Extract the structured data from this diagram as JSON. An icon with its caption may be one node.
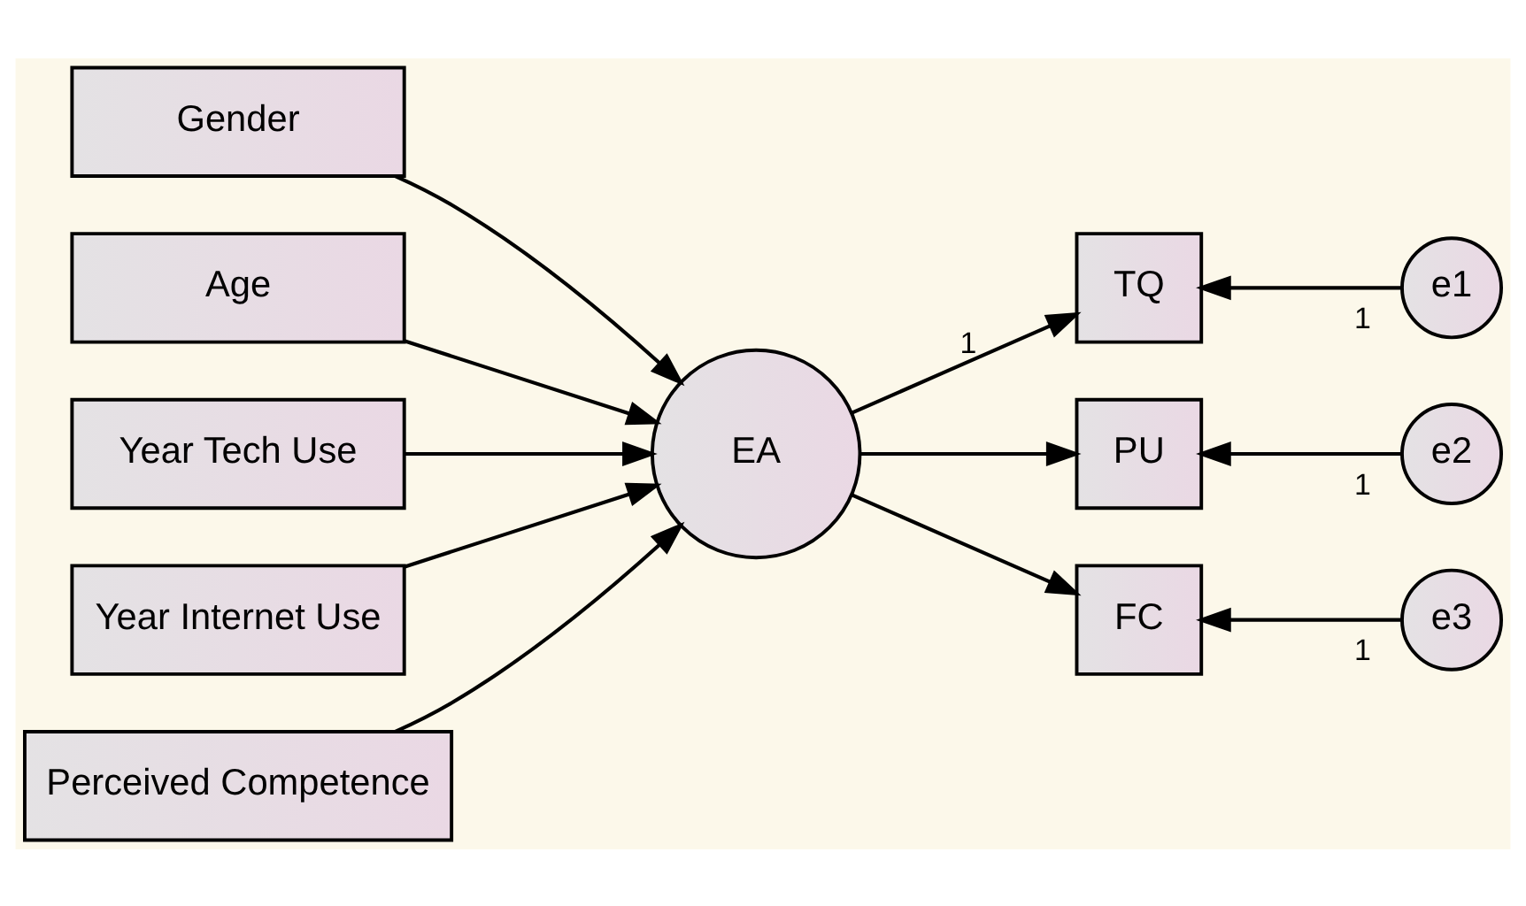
{
  "diagram": {
    "nodes": [
      {
        "text": [
          "Gender"
        ]
      },
      {
        "text": [
          "Age"
        ]
      },
      {
        "text": [
          "Year Tech Use"
        ]
      },
      {
        "text": [
          "Year Internet Use"
        ]
      },
      {
        "text": [
          "Perceived Competence"
        ]
      },
      {
        "text": [
          "EA"
        ]
      },
      {
        "text": [
          "TQ"
        ]
      },
      {
        "text": [
          "PU"
        ]
      },
      {
        "text": [
          "FC"
        ]
      },
      {
        "text": [
          "e1"
        ]
      },
      {
        "text": [
          "e2"
        ]
      },
      {
        "text": [
          "e3"
        ]
      }
    ],
    "edges": [
      {
        "from": 0,
        "to": 5,
        "arrow": "to"
      },
      {
        "from": 1,
        "to": 5,
        "arrow": "to"
      },
      {
        "from": 2,
        "to": 5,
        "arrow": "to"
      },
      {
        "from": 3,
        "to": 5,
        "arrow": "to"
      },
      {
        "from": 4,
        "to": 5,
        "arrow": "to"
      },
      {
        "from": 5,
        "to": 6,
        "arrow": "to",
        "label": "1"
      },
      {
        "from": 5,
        "to": 7,
        "arrow": "to"
      },
      {
        "from": 5,
        "to": 8,
        "arrow": "to"
      },
      {
        "from": 9,
        "to": 6,
        "arrow": "to",
        "label": "1"
      },
      {
        "from": 10,
        "to": 7,
        "arrow": "to",
        "label": "1"
      },
      {
        "from": 11,
        "to": 8,
        "arrow": "to",
        "label": "1"
      }
    ]
  }
}
